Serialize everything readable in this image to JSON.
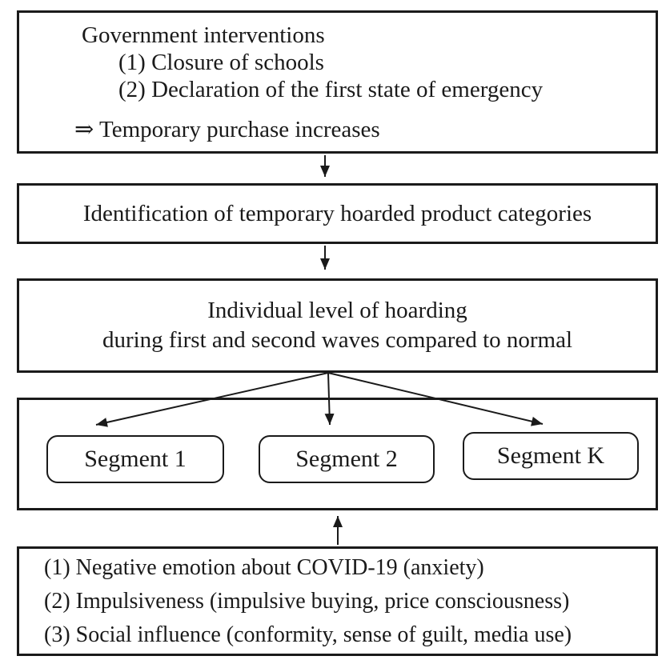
{
  "diagram": {
    "colors": {
      "border": "#1a1a1a",
      "arrow": "#1a1a1a",
      "background": "#ffffff",
      "text": "#1a1a1a"
    },
    "government_box": {
      "title": "Government interventions",
      "items": [
        "(1) Closure of schools",
        "(2) Declaration of the first state of emergency"
      ],
      "result": "⇒ Temporary purchase increases"
    },
    "identification_box": {
      "text": "Identification of temporary hoarded product categories"
    },
    "hoarding_box": {
      "line1": "Individual level of hoarding",
      "line2": "during first and second waves compared to normal"
    },
    "segments": [
      {
        "label": "Segment 1"
      },
      {
        "label": "Segment 2"
      },
      {
        "label": "Segment K"
      }
    ],
    "factors_box": {
      "items": [
        "(1) Negative emotion about COVID-19 (anxiety)",
        "(2) Impulsiveness (impulsive buying, price consciousness)",
        "(3) Social influence (conformity, sense of guilt, media use)"
      ]
    }
  }
}
